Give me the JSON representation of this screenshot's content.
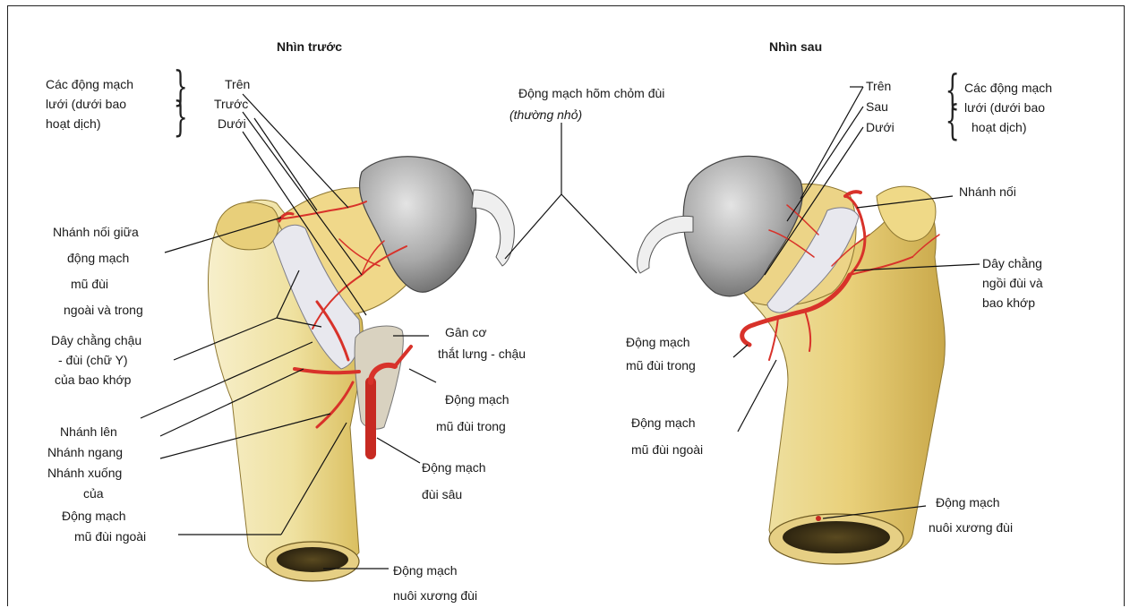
{
  "views": {
    "front": {
      "title": "Nhìn trước"
    },
    "back": {
      "title": "Nhìn sau"
    }
  },
  "front_labels": {
    "reticular_group": [
      "Các động mạch",
      "lưới (dưới bao",
      "hoạt dịch)"
    ],
    "levels": [
      "Trên",
      "Trước",
      "Dưới"
    ],
    "anastomosis": [
      "Nhánh nối giữa",
      "động mạch",
      "mũ đùi",
      "ngoài và trong"
    ],
    "y_ligament": [
      "Dây chằng chậu",
      "- đùi (chữ Y)",
      "của bao khớp"
    ],
    "branches": [
      "Nhánh lên",
      "Nhánh ngang",
      "Nhánh xuống",
      "của"
    ],
    "lateral_circumflex": [
      "Động mạch",
      "mũ đùi ngoài"
    ],
    "psoas_tendon": [
      "Gân cơ",
      "thắt lưng - chậu"
    ],
    "medial_circumflex": [
      "Động mạch",
      "mũ đùi trong"
    ],
    "deep_femoral": [
      "Động mạch",
      "đùi sâu"
    ],
    "nutrient": [
      "Động mạch",
      "nuôi xương đùi"
    ]
  },
  "center_label": {
    "line1": "Động mạch hõm chỏm đùi",
    "line2": "(thường nhỏ)"
  },
  "back_labels": {
    "levels": [
      "Trên",
      "Sau",
      "Dưới"
    ],
    "reticular_group": [
      "Các động mạch",
      "lưới (dưới bao",
      "hoạt dịch)"
    ],
    "anastomosis": "Nhánh nối",
    "ligament": [
      "Dây chằng",
      "ngồi đùi và",
      "bao khớp"
    ],
    "medial_circumflex": [
      "Động mạch",
      "mũ đùi trong"
    ],
    "lateral_circumflex": [
      "Động mạch",
      "mũ đùi ngoài"
    ],
    "nutrient": [
      "Động mạch",
      "nuôi xương đùi"
    ]
  },
  "colors": {
    "bone": "#f2e7b0",
    "bone_shadow": "#d9bd5c",
    "cartilage": "#b9b9b9",
    "artery": "#d8322a",
    "ligament": "#e6e6ea",
    "leader_line": "#111111"
  }
}
